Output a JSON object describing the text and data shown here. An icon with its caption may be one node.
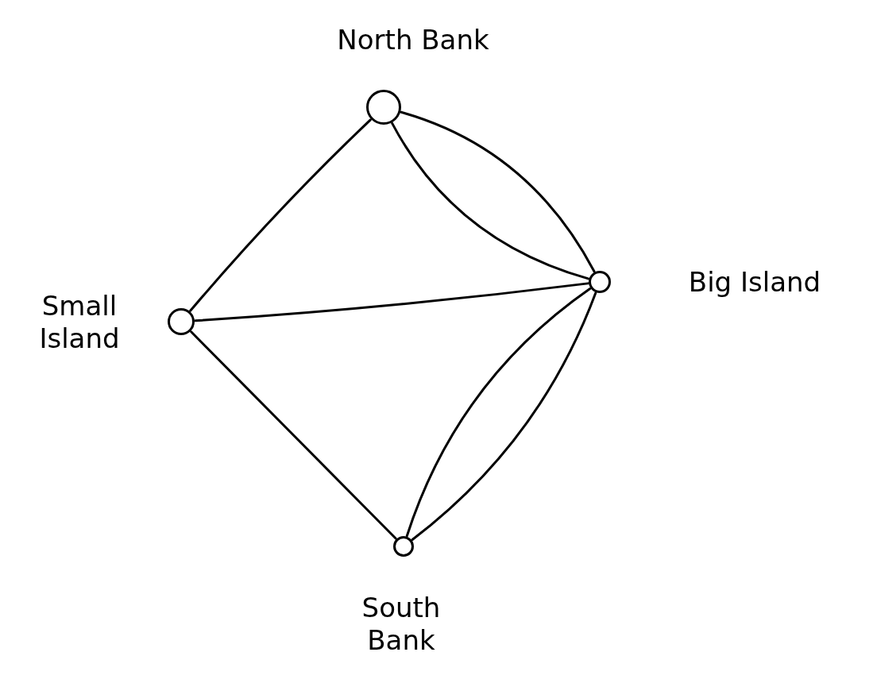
{
  "diagram": {
    "nodes": [
      {
        "text": [],
        "shape": "circle",
        "beside": [
          "North Bank"
        ]
      },
      {
        "text": [],
        "shape": "circle",
        "beside": [
          "Small Island"
        ]
      },
      {
        "text": [],
        "shape": "circle",
        "beside": [
          "Big Island"
        ]
      },
      {
        "text": [],
        "shape": "circle",
        "beside": [
          "South Bank"
        ]
      }
    ],
    "edges": [
      {
        "from": 0,
        "to": 1,
        "arrow": "none"
      },
      {
        "from": 0,
        "to": 2,
        "arrow": "none"
      },
      {
        "from": 0,
        "to": 2,
        "arrow": "none"
      },
      {
        "from": 1,
        "to": 2,
        "arrow": "none"
      },
      {
        "from": 1,
        "to": 3,
        "arrow": "none"
      },
      {
        "from": 2,
        "to": 3,
        "arrow": "none"
      },
      {
        "from": 2,
        "to": 3,
        "arrow": "none"
      }
    ]
  }
}
